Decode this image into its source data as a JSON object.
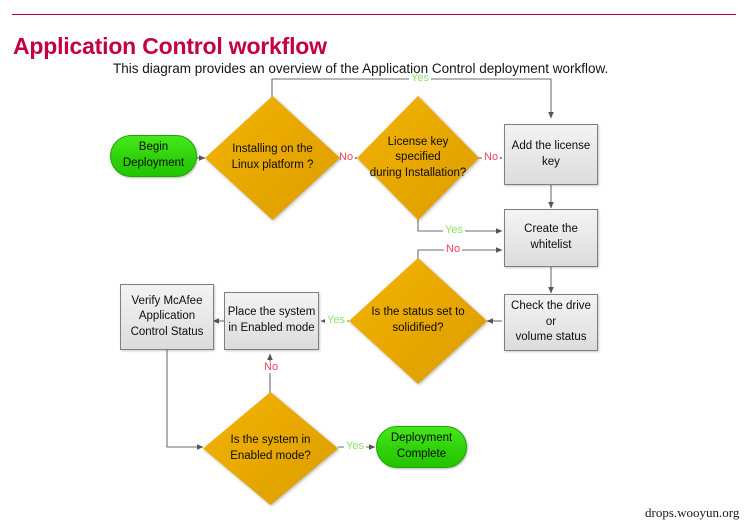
{
  "header": {
    "title": "Application Control workflow",
    "subtitle": "This diagram provides an overview of the Application Control deployment workflow."
  },
  "footer": {
    "watermark": "drops.wooyun.org"
  },
  "colors": {
    "title": "#c30045",
    "rule": "#b8003c",
    "terminator_fill": "#33d911",
    "decision_fill": "#e9a900",
    "process_fill": "#e7e7e7",
    "process_border": "#7f7f7f",
    "yes_label": "#8fe06a",
    "no_label": "#f0425a",
    "connector": "#666666"
  },
  "chart_data": {
    "type": "diagram",
    "title": "Application Control workflow",
    "nodes": [
      {
        "id": "begin",
        "shape": "terminator",
        "label": "Begin\nDeployment"
      },
      {
        "id": "linux",
        "shape": "decision",
        "label": "Installing on the\nLinux platform ?"
      },
      {
        "id": "licensekey",
        "shape": "decision",
        "label": "License key specified\nduring Installation?"
      },
      {
        "id": "addlicense",
        "shape": "process",
        "label": "Add the license\nkey"
      },
      {
        "id": "whitelist",
        "shape": "process",
        "label": "Create the\nwhitelist"
      },
      {
        "id": "checkdrive",
        "shape": "process",
        "label": "Check the drive or\nvolume status"
      },
      {
        "id": "solidified",
        "shape": "decision",
        "label": "Is the status set to\nsolidified?"
      },
      {
        "id": "enabledmode",
        "shape": "process",
        "label": "Place the system\nin Enabled mode"
      },
      {
        "id": "verifystatus",
        "shape": "process",
        "label": "Verify McAfee\nApplication\nControl Status"
      },
      {
        "id": "issystem",
        "shape": "decision",
        "label": "Is the system  in\nEnabled mode?"
      },
      {
        "id": "complete",
        "shape": "terminator",
        "label": "Deployment\nComplete"
      }
    ],
    "edges": [
      {
        "from": "begin",
        "to": "linux",
        "label": ""
      },
      {
        "from": "linux",
        "to": "addlicense",
        "label": "Yes"
      },
      {
        "from": "linux",
        "to": "licensekey",
        "label": "No"
      },
      {
        "from": "licensekey",
        "to": "addlicense",
        "label": "No"
      },
      {
        "from": "licensekey",
        "to": "whitelist",
        "label": "Yes"
      },
      {
        "from": "addlicense",
        "to": "whitelist",
        "label": ""
      },
      {
        "from": "whitelist",
        "to": "checkdrive",
        "label": ""
      },
      {
        "from": "checkdrive",
        "to": "solidified",
        "label": ""
      },
      {
        "from": "solidified",
        "to": "whitelist",
        "label": "No"
      },
      {
        "from": "solidified",
        "to": "enabledmode",
        "label": "Yes"
      },
      {
        "from": "enabledmode",
        "to": "verifystatus",
        "label": ""
      },
      {
        "from": "issystem",
        "to": "enabledmode",
        "label": "No"
      },
      {
        "from": "verifystatus",
        "to": "issystem",
        "label": ""
      },
      {
        "from": "issystem",
        "to": "complete",
        "label": "Yes"
      }
    ],
    "edge_labels": {
      "linux_yes": "Yes",
      "linux_no": "No",
      "licensekey_no": "No",
      "licensekey_yes": "Yes",
      "solidified_no": "No",
      "solidified_yes": "Yes",
      "issystem_no": "No",
      "issystem_yes": "Yes"
    }
  }
}
